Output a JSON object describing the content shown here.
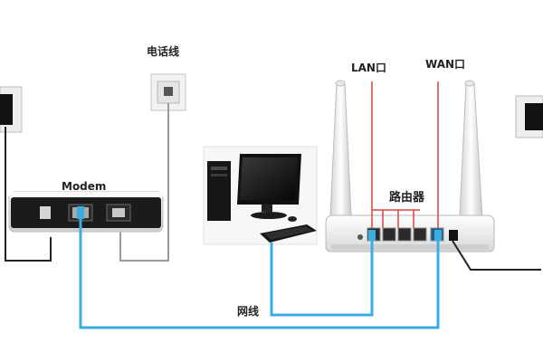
{
  "labels": {
    "phone_line": "电话线",
    "modem": "Modem",
    "lan_port": "LAN口",
    "wan_port": "WAN口",
    "router": "路由器",
    "network_cable": "网线"
  },
  "colors": {
    "network_cable": "#3aaee0",
    "port_leader": "#d9453c",
    "power_cord": "#222222",
    "phone_cord": "#9a9a9a",
    "device_dark": "#1b1b1b",
    "router_body": "#f2f2f2"
  },
  "icons": [
    "wall-power-outlet-icon",
    "wall-phone-jack-icon",
    "modem-icon",
    "desktop-computer-icon",
    "monitor-icon",
    "keyboard-icon",
    "wireless-router-icon",
    "antenna-icon"
  ]
}
